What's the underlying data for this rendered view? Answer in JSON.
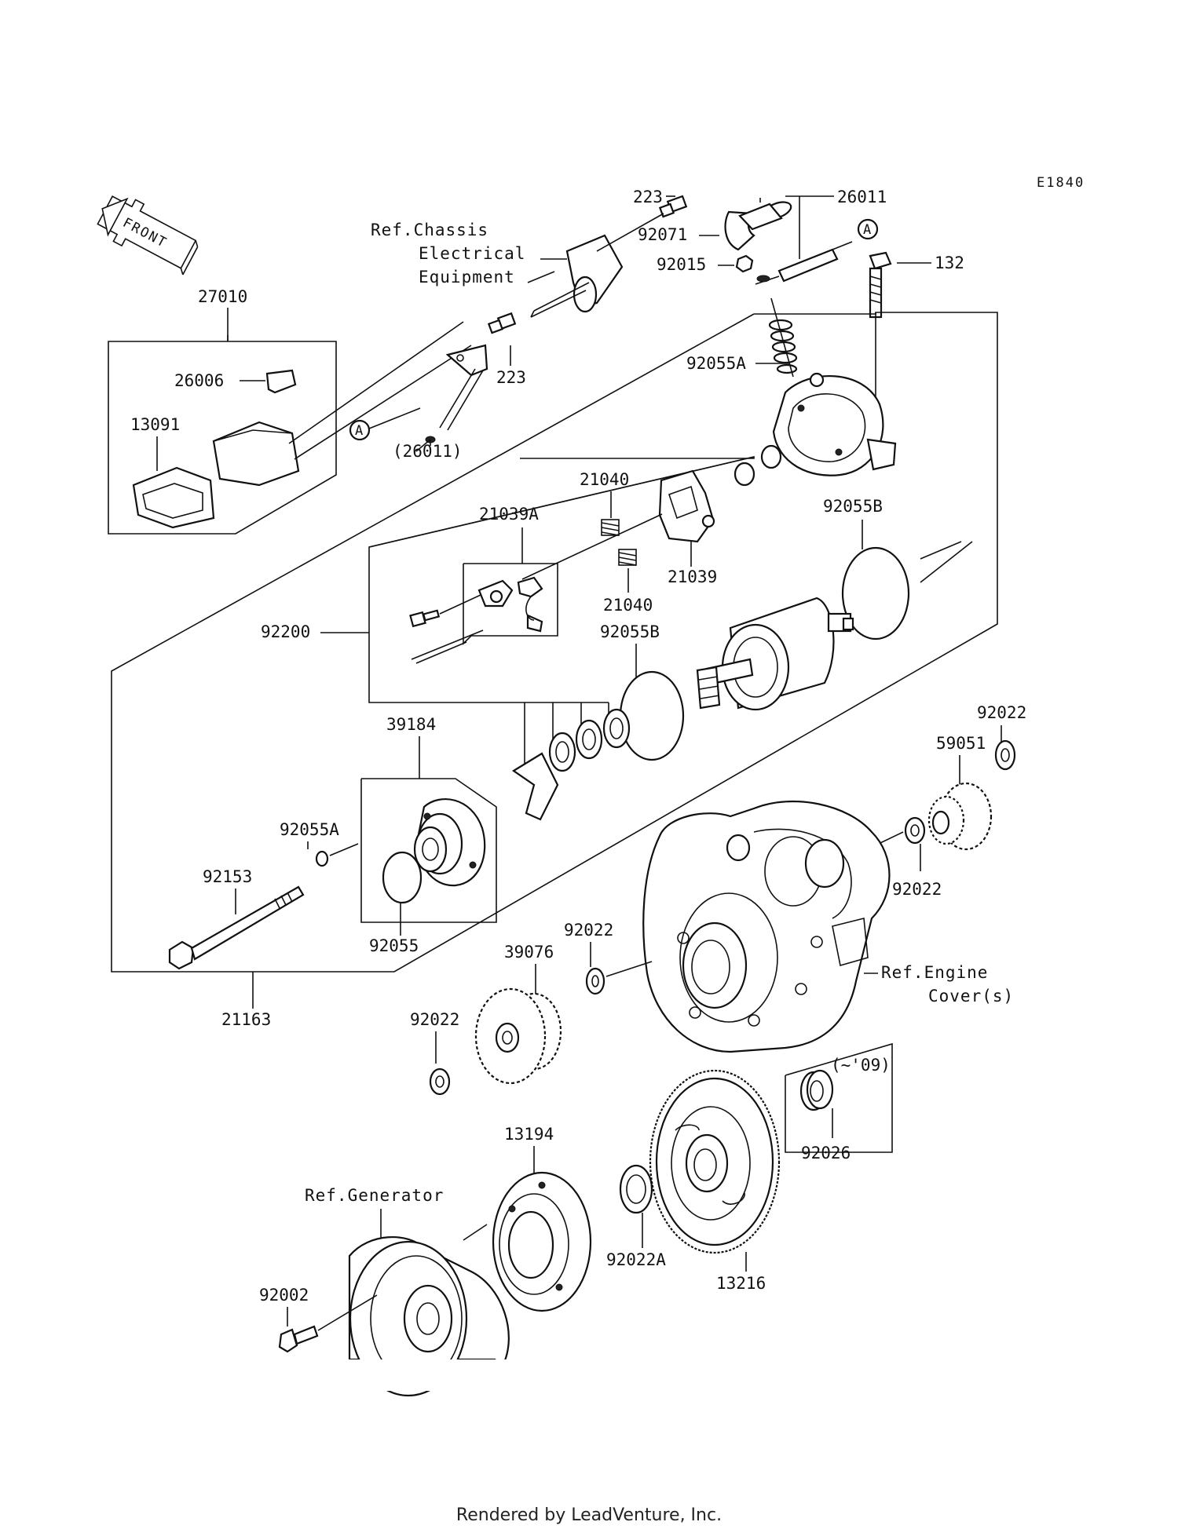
{
  "diagram_code": "E1840",
  "front_label": "FRONT",
  "callout_marker": "A",
  "references": {
    "chassis_line1": "Ref.Chassis",
    "chassis_line2": "Electrical",
    "chassis_line3": "Equipment",
    "engine_line1": "Ref.Engine",
    "engine_line2": "Cover(s)",
    "generator": "Ref.Generator"
  },
  "parts": {
    "p223_top": "223",
    "p26011_top": "26011",
    "p92071": "92071",
    "p92015": "92015",
    "p132": "132",
    "p27010": "27010",
    "p26006": "26006",
    "p13091": "13091",
    "p223_mid": "223",
    "p26011_paren": "(26011)",
    "p92055A_top": "92055A",
    "p21040_top": "21040",
    "p21039A": "21039A",
    "p92055B_right": "92055B",
    "p21039": "21039",
    "p21040_mid": "21040",
    "p92200": "92200",
    "p92055B_left": "92055B",
    "p39184": "39184",
    "p92022_right": "92022",
    "p59051": "59051",
    "p92055A_left": "92055A",
    "p92022_mid": "92022",
    "p92153": "92153",
    "p92055": "92055",
    "p92022_center": "92022",
    "p39076": "39076",
    "p21163": "21163",
    "p92022_left": "92022",
    "p09_note": "(~'09)",
    "p13194": "13194",
    "p92026": "92026",
    "p92022A": "92022A",
    "p13216": "13216",
    "p92002": "92002"
  },
  "footer": "Rendered by LeadVenture, Inc."
}
